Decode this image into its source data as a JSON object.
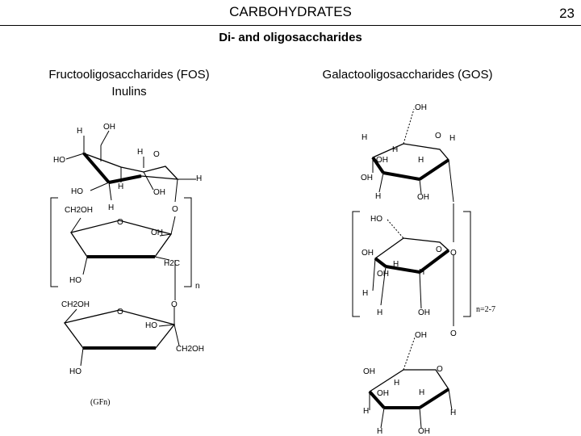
{
  "header": {
    "title": "CARBOHYDRATES",
    "page_number": "23"
  },
  "subtitle": "Di- and oligosaccharides",
  "fos": {
    "heading": "Fructooligosaccharides (FOS)",
    "subheading": "Inulins",
    "labels": {
      "h_top": "H",
      "oh_top": "OH",
      "h_ring": "H",
      "o_ring": "O",
      "ho_left": "HO",
      "h_right": "H",
      "ho_low": "HO",
      "h_low": "H",
      "oh_low": "OH",
      "h_below": "H",
      "ch2oh_1": "CH2OH",
      "o_link": "O",
      "o_fur": "O",
      "oh_fur": "OH",
      "h2c": "H2C",
      "ho_fur": "HO",
      "n": "n",
      "ch2oh_2": "CH2OH",
      "o_link2": "O",
      "o_fur2": "O",
      "ho_fur2": "HO",
      "ch2oh_3": "CH2OH",
      "ho_fur2_low": "HO",
      "gfn": "GFn"
    }
  },
  "gos": {
    "heading": "Galactooligosaccharides (GOS)",
    "labels": {
      "oh_top": "OH",
      "h_a": "H",
      "o_a": "O",
      "h_b": "H",
      "h_c": "H",
      "oh_a": "OH",
      "h_d": "H",
      "oh_b": "OH",
      "h_e": "H",
      "oh_c": "OH",
      "ho_mid": "HO",
      "o_mid": "O",
      "o_link": "O",
      "oh_mid": "OH",
      "h_f": "H",
      "oh_m2": "OH",
      "h_g": "H",
      "h_h": "H",
      "h_i": "H",
      "oh_m3": "OH",
      "n_range": "n=2-7",
      "oh_bot_top": "OH",
      "o_bot_link": "O",
      "oh_bot": "OH",
      "o_bot": "O",
      "h_j": "H",
      "oh_bot2": "OH",
      "h_k": "H",
      "h_l": "H",
      "h_m": "H",
      "h_n": "H",
      "oh_bot3": "OH"
    }
  }
}
